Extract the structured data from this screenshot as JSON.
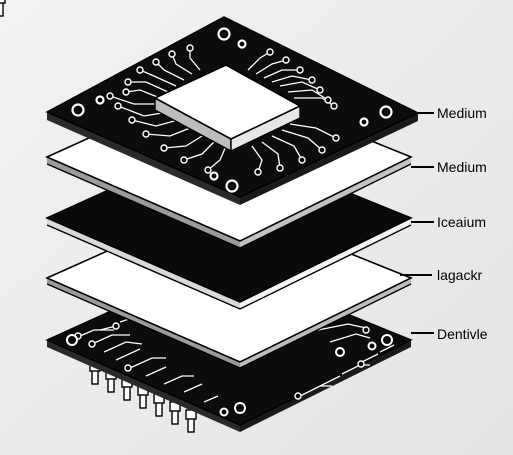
{
  "labels": [
    {
      "text": "Medium"
    },
    {
      "text": "Medium"
    },
    {
      "text": "Iceaium"
    },
    {
      "text": "lagackr"
    },
    {
      "text": "Dentivle"
    }
  ],
  "colors": {
    "background": "#ececec",
    "board": "#0c0c0c",
    "trace": "#ffffff",
    "white_layer": "#ffffff",
    "black_layer": "#0a0a0a",
    "leader_line": "#000000"
  }
}
